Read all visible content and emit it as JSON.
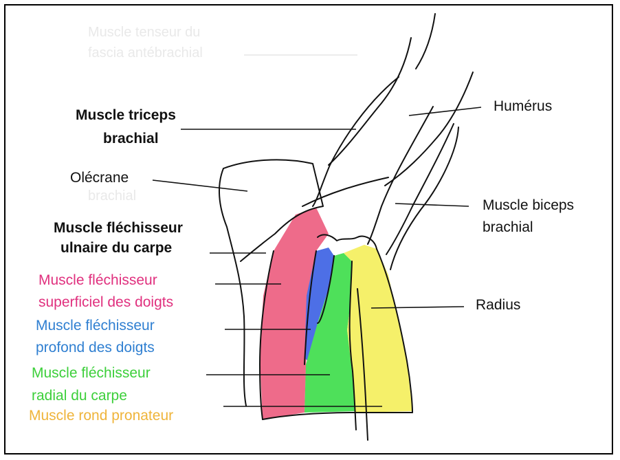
{
  "ghost_labels": {
    "tenseur_line1": "Muscle tenseur du",
    "tenseur_line2": "fascia antébrachial",
    "anconeus_fragment": "brachial"
  },
  "labels": {
    "triceps_line1": "Muscle triceps",
    "triceps_line2": "brachial",
    "olecrane": "Olécrane",
    "fcu_line1": "Muscle fléchisseur",
    "fcu_line2": "ulnaire du carpe",
    "fds_line1": "Muscle fléchisseur",
    "fds_line2": "superficiel des doigts",
    "fdp_line1": "Muscle fléchisseur",
    "fdp_line2": "profond des doigts",
    "fcr_line1": "Muscle fléchisseur",
    "fcr_line2": "radial du carpe",
    "pronator": "Muscle rond pronateur",
    "humerus": "Humérus",
    "biceps_line1": "Muscle biceps",
    "biceps_line2": "brachial",
    "radius": "Radius"
  },
  "colors": {
    "black_label": "#111111",
    "fds": "#e0307e",
    "fdp": "#2f7fd1",
    "fcr": "#3ccf3a",
    "pronator": "#efb43a",
    "fds_fill": "#ee6b8a",
    "fdp_fill": "#4d6fe6",
    "fcr_fill": "#4ee05a",
    "pronator_fill": "#f5f06a"
  }
}
